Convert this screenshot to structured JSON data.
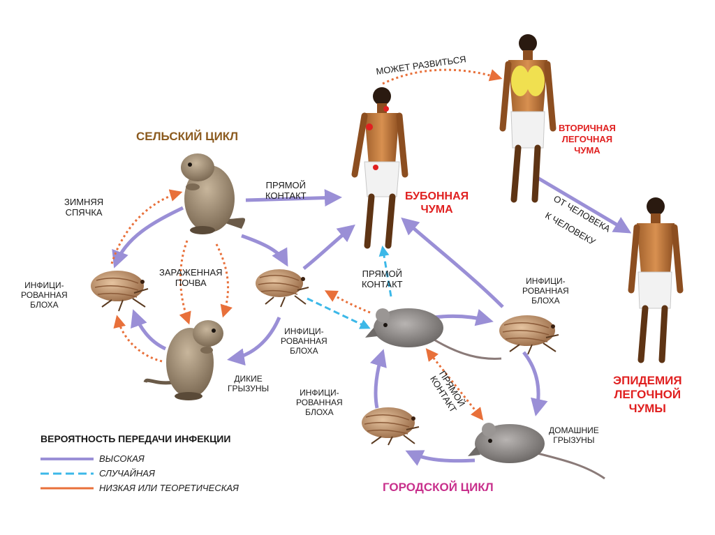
{
  "labels": {
    "rural_cycle": "СЕЛЬСКИЙ ЦИКЛ",
    "urban_cycle": "ГОРОДСКОЙ ЦИКЛ",
    "hibernation": "ЗИМНЯЯ\nСПЯЧКА",
    "infected_soil": "ЗАРАЖЕННАЯ\nПОЧВА",
    "infected_flea_left": "ИНФИЦИ-\nРОВАННАЯ\nБЛОХА",
    "wild_rodents": "ДИКИЕ\nГРЫЗУНЫ",
    "direct_contact_top": "ПРЯМОЙ\nКОНТАКТ",
    "infected_flea_mid": "ИНФИЦИ-\nРОВАННАЯ\nБЛОХА",
    "direct_contact_mid": "ПРЯМОЙ\nКОНТАКТ",
    "infected_flea_right": "ИНФИЦИ-\nРОВАННАЯ\nБЛОХА",
    "infected_flea_bottom": "ИНФИЦИ-\nРОВАННАЯ\nБЛОХА",
    "direct_contact_rot": "ПРЯМОЙ\nКОНТАКТ",
    "domestic_rodents": "ДОМАШНИЕ\nГРЫЗУНЫ",
    "may_develop": "МОЖЕТ РАЗВИТЬСЯ",
    "bubonic_plague": "БУБОННАЯ\nЧУМА",
    "secondary_pneumonic": "ВТОРИЧНАЯ\nЛЕГОЧНАЯ\nЧУМА",
    "human_to_human_1": "ОТ ЧЕЛОВЕКА",
    "human_to_human_2": "К ЧЕЛОВЕКУ",
    "epidemic": "ЭПИДЕМИЯ\nЛЕГОЧНОЙ\nЧУМЫ"
  },
  "legend": {
    "title": "ВЕРОЯТНОСТЬ ПЕРЕДАЧИ ИНФЕКЦИИ",
    "high": "высокая",
    "accidental": "случайная",
    "low": "низкая или теоретическая"
  },
  "colors": {
    "high": "#9a8fd6",
    "accidental": "#3cb8e8",
    "low": "#e8703a",
    "title_brown": "#8b5a1e",
    "title_pink": "#c8308c",
    "alert_red": "#e02020"
  }
}
